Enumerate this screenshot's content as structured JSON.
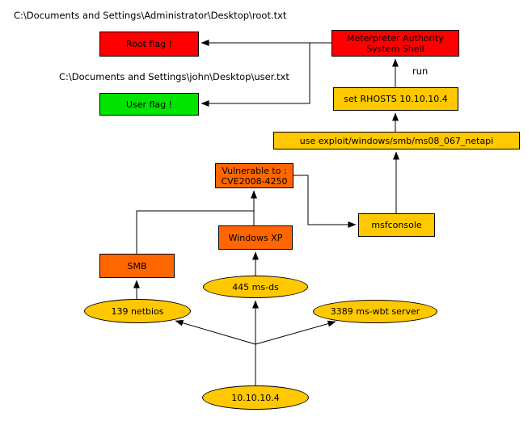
{
  "diagram": {
    "annotations": {
      "root_path": "C:\\Documents and Settings\\Administrator\\Desktop\\root.txt",
      "user_path": "C:\\Documents and Settings\\john\\Desktop\\user.txt",
      "run_label": "run"
    },
    "colors": {
      "red": "#ff0000",
      "green": "#00e400",
      "orange": "#ff6600",
      "gold": "#ffc800",
      "node_border": "#000000",
      "edge": "#000000",
      "background": "#ffffff"
    },
    "nodes": {
      "root_flag": {
        "label": "Root flag !",
        "shape": "box",
        "fill": "#ff0000"
      },
      "user_flag": {
        "label": "User flag !",
        "shape": "box",
        "fill": "#00e400"
      },
      "meterpreter": {
        "label": "Meterpreter Authority\nSystem Shell",
        "shape": "box",
        "fill": "#ff0000"
      },
      "set_rhosts": {
        "label": "set RHOSTS 10.10.10.4",
        "shape": "box",
        "fill": "#ffc800"
      },
      "use_exploit": {
        "label": "use exploit/windows/smb/ms08_067_netapi",
        "shape": "box",
        "fill": "#ffc800"
      },
      "vulnerable": {
        "label": "Vulnerable to :\nCVE2008-4250",
        "shape": "box",
        "fill": "#ff6600"
      },
      "msfconsole": {
        "label": "msfconsole",
        "shape": "box",
        "fill": "#ffc800"
      },
      "windows_xp": {
        "label": "Windows XP",
        "shape": "box",
        "fill": "#ff6600"
      },
      "smb": {
        "label": "SMB",
        "shape": "box",
        "fill": "#ff6600"
      },
      "port_445": {
        "label": "445 ms-ds",
        "shape": "ellipse",
        "fill": "#ffc800"
      },
      "port_139": {
        "label": "139 netbios",
        "shape": "ellipse",
        "fill": "#ffc800"
      },
      "port_3389": {
        "label": "3389 ms-wbt server",
        "shape": "ellipse",
        "fill": "#ffc800"
      },
      "host": {
        "label": "10.10.10.4",
        "shape": "ellipse",
        "fill": "#ffc800"
      }
    }
  }
}
